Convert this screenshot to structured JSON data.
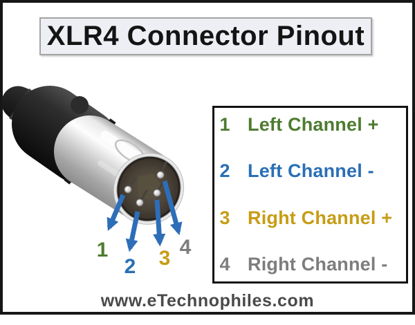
{
  "header": {
    "title": "XLR4 Connector Pinout"
  },
  "connector": {
    "figure": "xlr4-male-connector"
  },
  "pins": [
    {
      "number": "1",
      "label": "Left Channel +",
      "color": "#4d7c2f"
    },
    {
      "number": "2",
      "label": "Left Channel -",
      "color": "#2a6fb5"
    },
    {
      "number": "3",
      "label": "Right Channel +",
      "color": "#c79c15"
    },
    {
      "number": "4",
      "label": "Right Channel -",
      "color": "#7d7d7d"
    }
  ],
  "colors": {
    "arrow": "#2e6eb8",
    "frame_border": "#161616"
  },
  "footer": {
    "website": "www.eTechnophiles.com"
  }
}
